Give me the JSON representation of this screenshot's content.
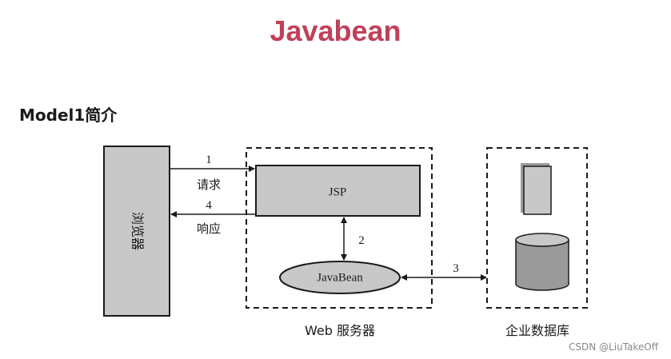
{
  "header": {
    "title": "Javabean",
    "subtitle": "Model1简介"
  },
  "diagram": {
    "browser_label": "浏览器",
    "jsp_label": "JSP",
    "javabean_label": "JavaBean",
    "web_server_label": "Web 服务器",
    "database_label": "企业数据库",
    "arrows": {
      "request_number": "1",
      "request_label": "请求",
      "response_number": "4",
      "response_label": "响应",
      "jsp_bean_number": "2",
      "bean_db_number": "3"
    },
    "colors": {
      "box_fill": "#c8c8c8",
      "db_fill": "#9a9a9a",
      "title": "#c0405a"
    }
  },
  "watermark": {
    "text": "CSDN @LiuTakeOff"
  }
}
